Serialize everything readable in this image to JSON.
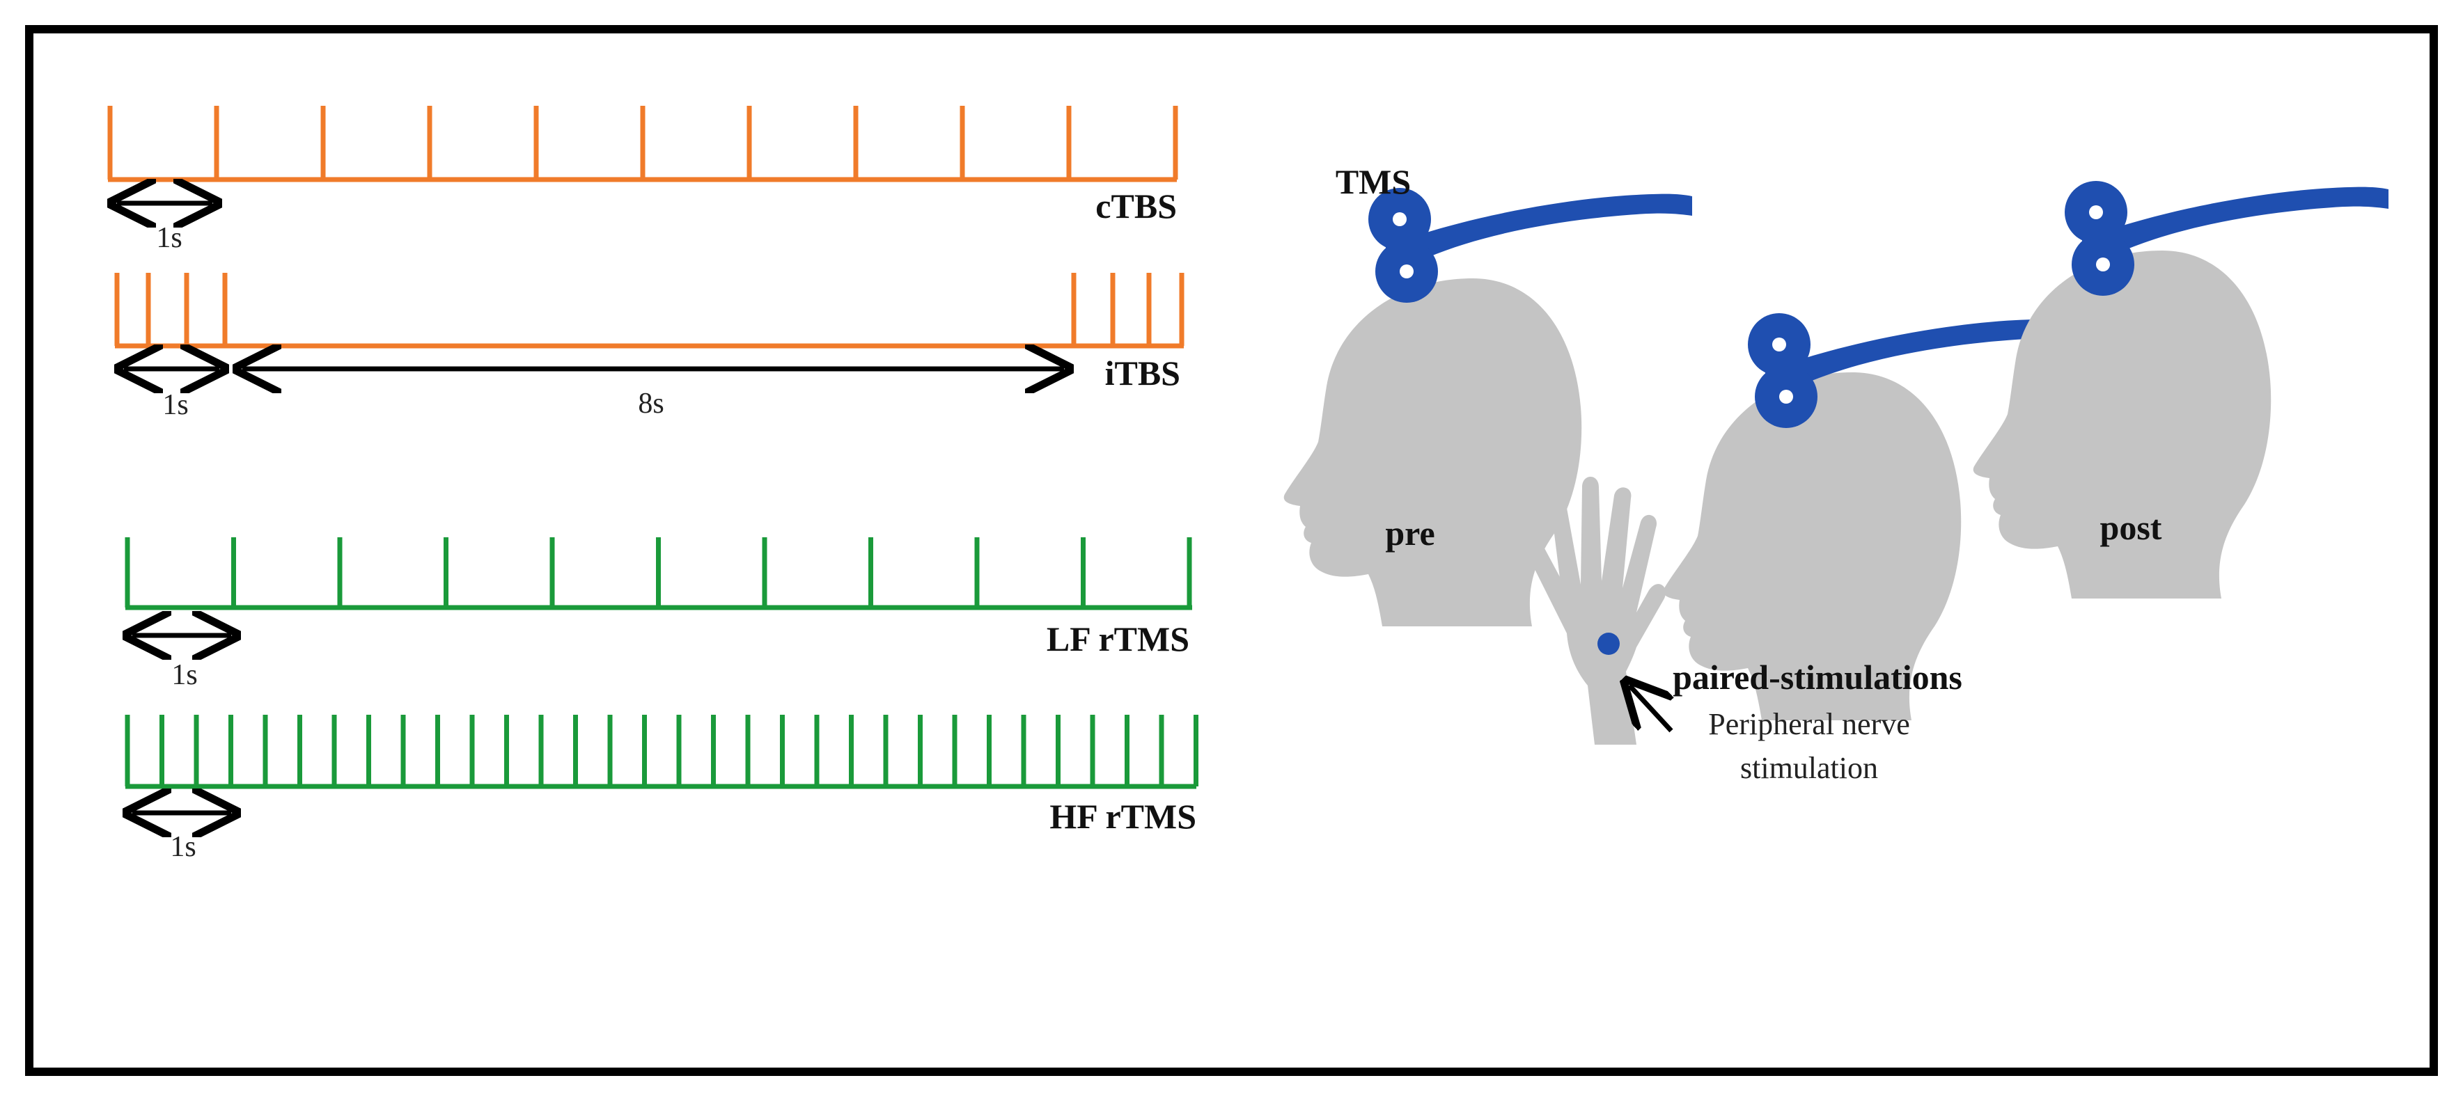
{
  "colors": {
    "tbs": "#f07b2a",
    "rtms": "#1a9a3a",
    "coil": "#1f4fb0",
    "head": "#c4c4c4",
    "frame": "#000000",
    "arrow": "#000000"
  },
  "protocols": {
    "ctbs": {
      "label": "cTBS",
      "interval_label": "1s"
    },
    "itbs": {
      "label": "iTBS",
      "interval_label": "1s",
      "gap_label": "8s"
    },
    "lf": {
      "label": "LF rTMS",
      "interval_label": "1s"
    },
    "hf": {
      "label": "HF rTMS",
      "interval_label": "1s"
    }
  },
  "illustration": {
    "tms_label": "TMS",
    "pre_label": "pre",
    "post_label": "post",
    "paired_label": "paired-stimulations",
    "pns_line1": "Peripheral nerve",
    "pns_line2": "stimulation"
  },
  "icons": [
    "head-pre-icon",
    "tms-coil-icon",
    "head-paired-icon",
    "hand-icon",
    "head-post-icon"
  ]
}
